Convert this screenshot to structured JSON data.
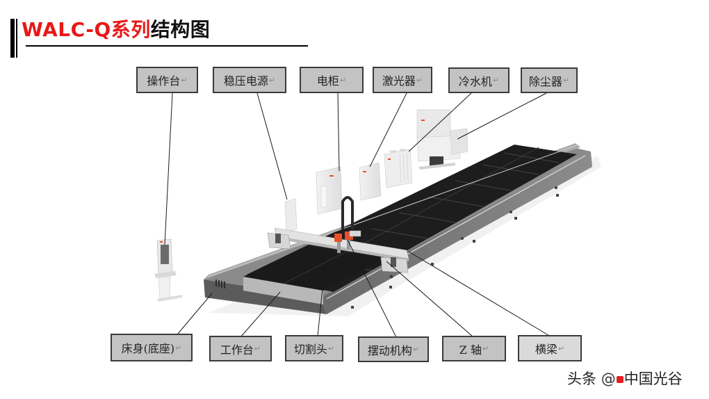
{
  "header": {
    "title_red": "WALC-Q系列",
    "title_black": "结构图"
  },
  "labels_top": [
    {
      "id": "operation-console",
      "text": "操作台"
    },
    {
      "id": "voltage-regulator",
      "text": "稳压电源"
    },
    {
      "id": "electric-cabinet",
      "text": "电柜"
    },
    {
      "id": "laser",
      "text": "激光器"
    },
    {
      "id": "chiller",
      "text": "冷水机"
    },
    {
      "id": "dust-collector",
      "text": "除尘器"
    }
  ],
  "labels_bottom": [
    {
      "id": "bed-base",
      "text": "床身(底座)"
    },
    {
      "id": "worktable",
      "text": "工作台"
    },
    {
      "id": "cutting-head",
      "text": "切割头"
    },
    {
      "id": "swing-mechanism",
      "text": "摆动机构"
    },
    {
      "id": "z-axis",
      "text": "Z 轴"
    },
    {
      "id": "crossbeam",
      "text": "横梁"
    }
  ],
  "paragraph_mark": "↵",
  "watermark": {
    "prefix": "头条",
    "at": "@",
    "account": "中国光谷"
  },
  "colors": {
    "title_red": "#e81818",
    "label_bg": "#c3c3c3",
    "label_border": "#3a3a3a",
    "accent_orange": "#e8502a"
  }
}
